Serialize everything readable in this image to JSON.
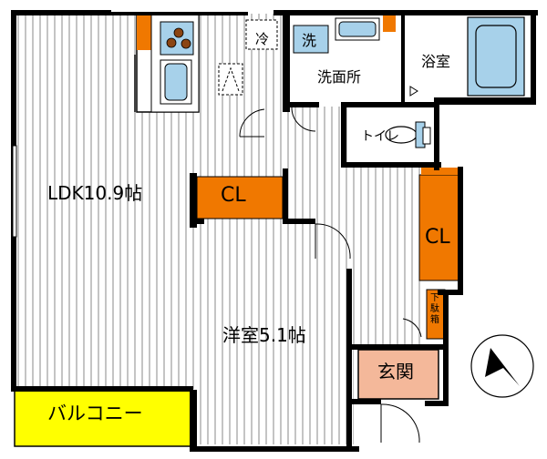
{
  "rooms": {
    "ldk": "LDK10.9帖",
    "western": "洋室5.1帖",
    "closet_a": "CL",
    "closet_b": "CL",
    "washroom": "洗面所",
    "bath": "浴室",
    "toilet": "トイレ",
    "entrance": "玄関",
    "balcony": "バルコニー",
    "shoebox": "下駄箱",
    "fridge": "冷",
    "washer": "洗"
  },
  "colors": {
    "wall": "#000000",
    "closet": "#f07800",
    "entrance": "#f4b89a",
    "balcony": "#ffff00",
    "fixture": "#a7d1ea",
    "floor_line": "#8a8a8a",
    "kitchen_counter": "#ffffff"
  },
  "icons": {
    "compass": "north-arrow-icon",
    "stove": "stove-burners-icon",
    "sink": "sink-icon",
    "bathtub": "bathtub-icon",
    "toilet": "toilet-icon"
  }
}
